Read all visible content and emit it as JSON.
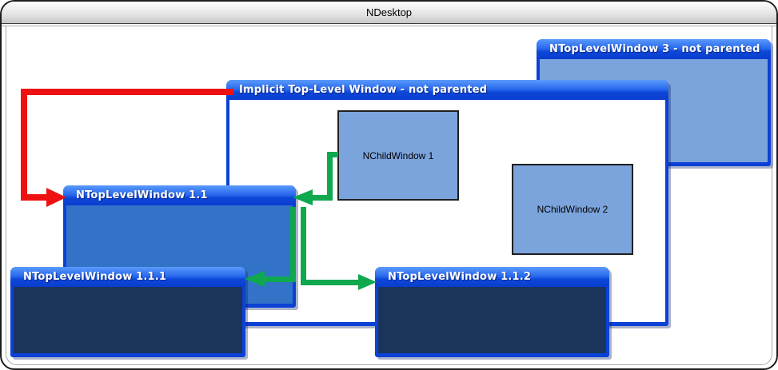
{
  "desktop": {
    "title": "NDesktop"
  },
  "windows": {
    "w3": {
      "title": "NTopLevelWindow 3 - not parented"
    },
    "implicit": {
      "title": "Implicit Top-Level Window - not parented"
    },
    "child1": {
      "label": "NChildWindow 1"
    },
    "child2": {
      "label": "NChildWindow 2"
    },
    "w11": {
      "title": "NTopLevelWindow 1.1"
    },
    "w111": {
      "title": "NTopLevelWindow 1.1.1"
    },
    "w112": {
      "title": "NTopLevelWindow 1.1.2"
    }
  },
  "colors": {
    "window_frame": "#0c41d6",
    "titlebar_gradient_top": "#5a9afc",
    "titlebar_gradient_bottom": "#0a3ecf",
    "client_steel_blue": "#7ba3dc",
    "client_medium_blue": "#3273c8",
    "client_dark_navy": "#1a345c",
    "desktop_header_gray": "#c7c7c7",
    "parent_arrow_red": "#ee1111",
    "owner_arrow_green": "#0fa84f"
  }
}
